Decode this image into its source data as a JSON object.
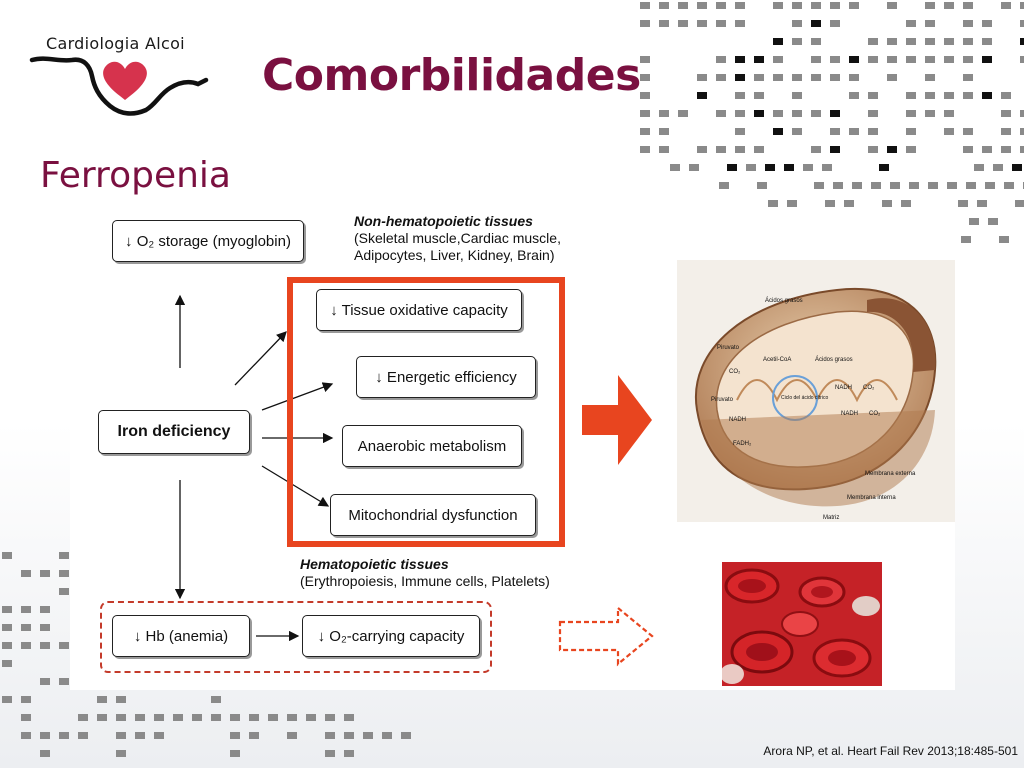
{
  "slide": {
    "logo_text": "Cardiologia Alcoi",
    "title": "Comorbilidades",
    "subtitle": "Ferropenia",
    "citation": "Arora NP, et al. Heart Fail Rev 2013;18:485-501"
  },
  "colors": {
    "title": "#7a1040",
    "accent_red": "#e8451f",
    "heart": "#d6334d",
    "squares": "#8a8a8a"
  },
  "diagram": {
    "boxes": {
      "o2_storage": "↓ O₂ storage (myoglobin)",
      "iron_deficiency": "Iron deficiency",
      "tissue_oxidative": "↓ Tissue oxidative capacity",
      "energetic_efficiency": "↓ Energetic efficiency",
      "anaerobic": "Anaerobic metabolism",
      "mitochondrial": "Mitochondrial dysfunction",
      "hb_anemia": "↓ Hb (anemia)",
      "o2_carrying": "↓ O₂-carrying capacity"
    },
    "non_hematopoietic": {
      "heading": "Non-hematopoietic tissues",
      "line1": "(Skeletal muscle,Cardiac muscle,",
      "line2": "Adipocytes, Liver, Kidney, Brain)"
    },
    "hematopoietic": {
      "heading": "Hematopoietic tissues",
      "line1": "(Erythropoiesis, Immune cells, Platelets)"
    }
  },
  "mitochondria_labels": {
    "acidos_grasos_1": "Ácidos grasos",
    "piruvato_1": "Piruvato",
    "co2_1": "CO₂",
    "acetil_coa": "Acetil-CoA",
    "acidos_grasos_2": "Ácidos grasos",
    "ciclo": "Ciclo del ácido cítrico",
    "nadh_1": "NADH",
    "co2_2": "CO₂",
    "piruvato_2": "Piruvato",
    "nadh_2": "NADH",
    "nadh_3": "NADH",
    "co2_3": "CO₂",
    "fadh2": "FADH₂",
    "membrana_externa": "Membrana externa",
    "membrana_interna": "Membrana interna",
    "matriz": "Matriz"
  }
}
